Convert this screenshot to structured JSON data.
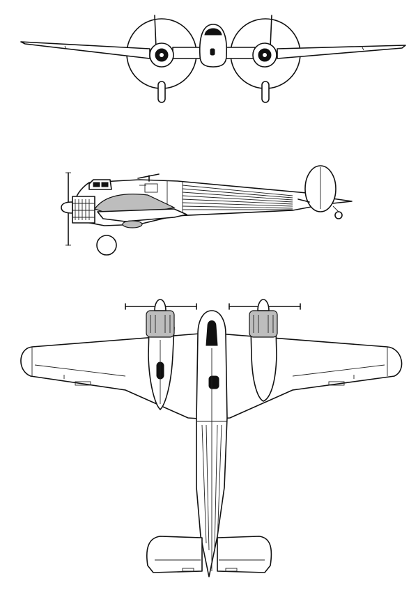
{
  "figure": {
    "kind": "three-view aircraft line drawing",
    "views": [
      "front-view",
      "side-view",
      "top-view"
    ],
    "colors": {
      "line": "#111111",
      "fill": "#ffffff",
      "shade": "#bdbdbd"
    }
  }
}
